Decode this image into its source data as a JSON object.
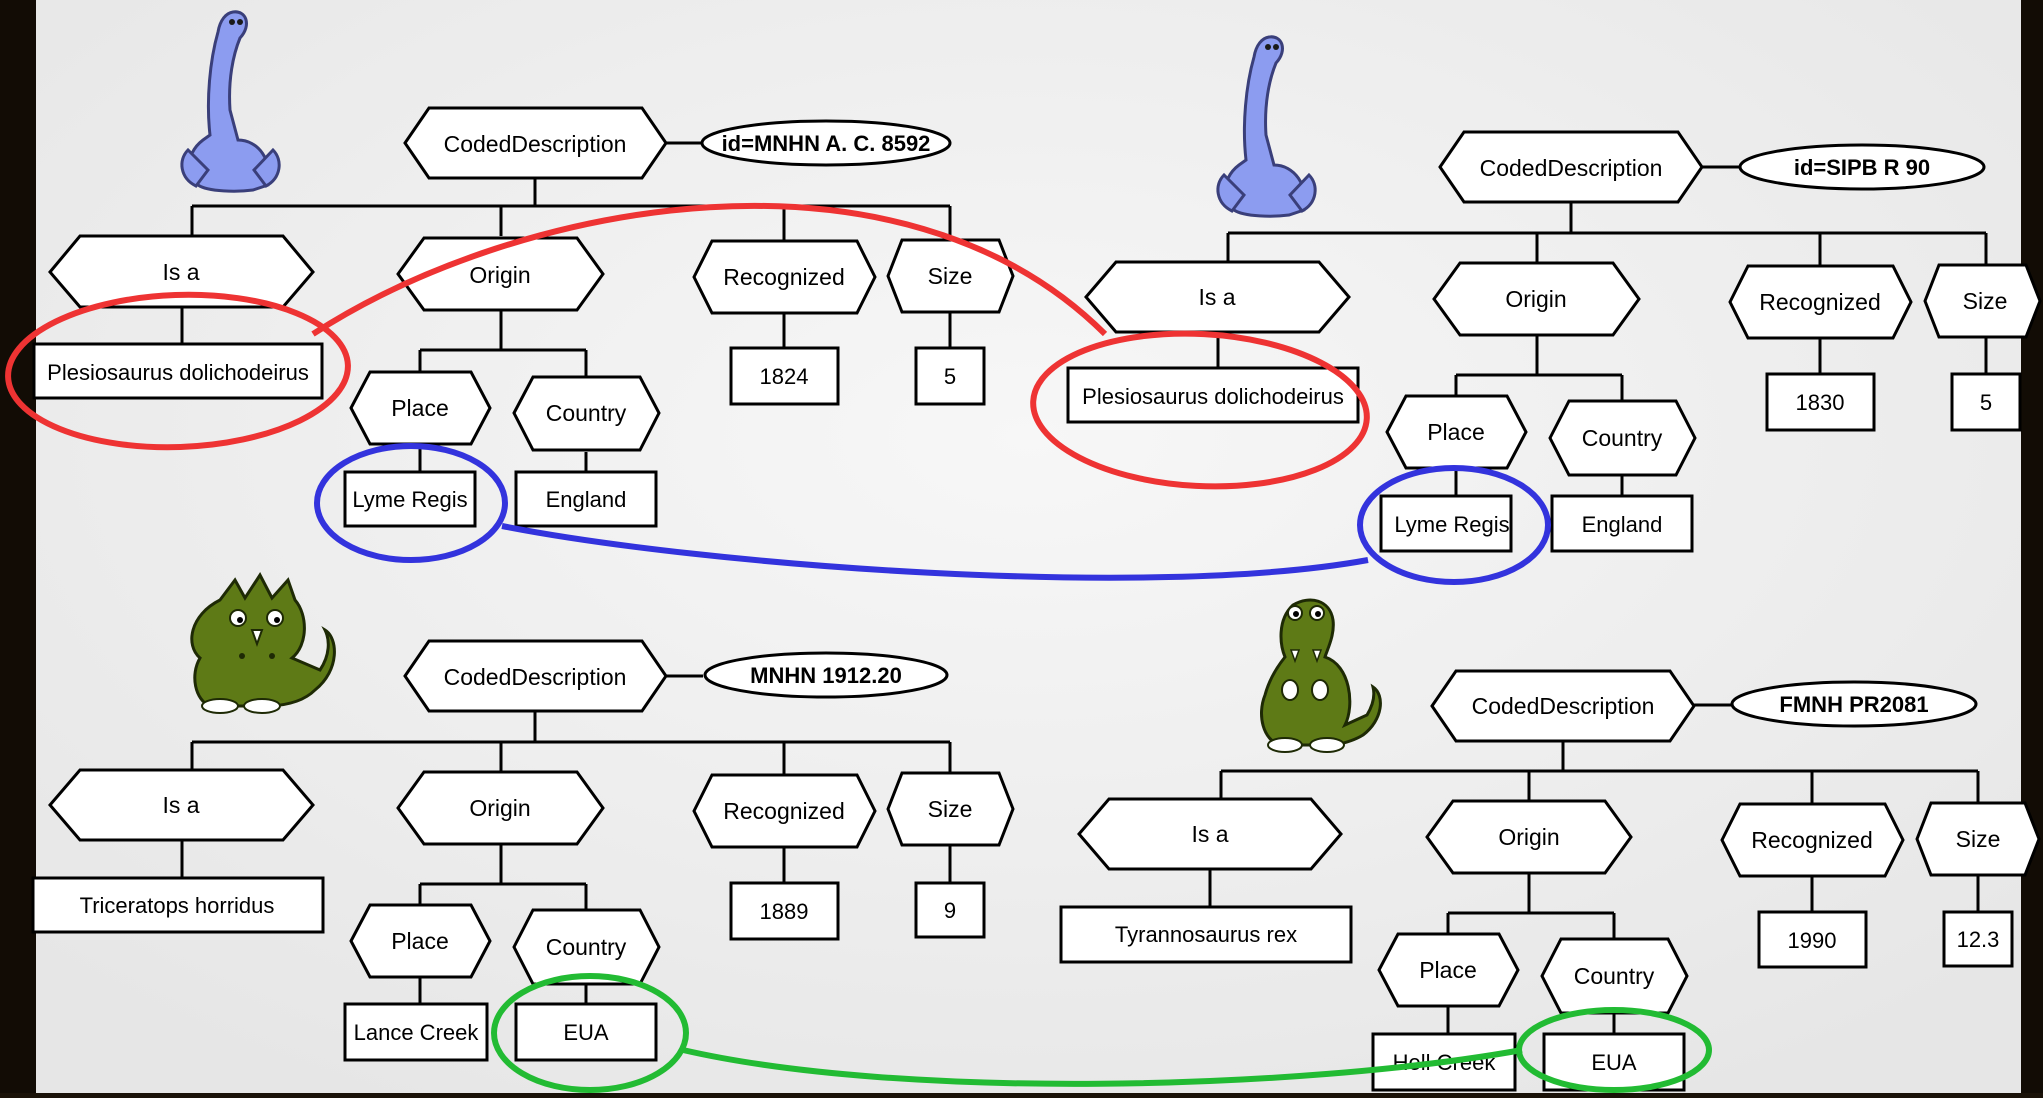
{
  "colors": {
    "background": "#f2f2f2",
    "link_species": "#ee3333",
    "link_place": "#3333dd",
    "link_country": "#22bb33",
    "plesiosaur": "#8c9cf0",
    "triceratops": "#5e7a16",
    "trex": "#5e7a16"
  },
  "trees": [
    {
      "name": "plesiosaurus-mnhn",
      "root": "CodedDescription",
      "id_label": "id=MNHN A. C. 8592",
      "isa_label": "Is a",
      "species": "Plesiosaurus dolichodeirus",
      "origin_label": "Origin",
      "place_label": "Place",
      "place": "Lyme Regis",
      "country_label": "Country",
      "country": "England",
      "recognized_label": "Recognized",
      "recognized": "1824",
      "size_label": "Size",
      "size": "5",
      "icon": "plesiosaur-icon"
    },
    {
      "name": "plesiosaurus-sipb",
      "root": "CodedDescription",
      "id_label": "id=SIPB R 90",
      "isa_label": "Is a",
      "species": "Plesiosaurus dolichodeirus",
      "origin_label": "Origin",
      "place_label": "Place",
      "place": "Lyme Regis",
      "country_label": "Country",
      "country": "England",
      "recognized_label": "Recognized",
      "recognized": "1830",
      "size_label": "Size",
      "size": "5",
      "icon": "plesiosaur-icon"
    },
    {
      "name": "triceratops-mnhn",
      "root": "CodedDescription",
      "id_label": "MNHN 1912.20",
      "isa_label": "Is a",
      "species": "Triceratops horridus",
      "origin_label": "Origin",
      "place_label": "Place",
      "place": "Lance Creek",
      "country_label": "Country",
      "country": "EUA",
      "recognized_label": "Recognized",
      "recognized": "1889",
      "size_label": "Size",
      "size": "9",
      "icon": "triceratops-icon"
    },
    {
      "name": "trex-fmnh",
      "root": "CodedDescription",
      "id_label": "FMNH PR2081",
      "isa_label": "Is a",
      "species": "Tyrannosaurus rex",
      "origin_label": "Origin",
      "place_label": "Place",
      "place": "Hell Creek",
      "country_label": "Country",
      "country": "EUA",
      "recognized_label": "Recognized",
      "recognized": "1990",
      "size_label": "Size",
      "size": "12.3",
      "icon": "trex-icon"
    }
  ]
}
